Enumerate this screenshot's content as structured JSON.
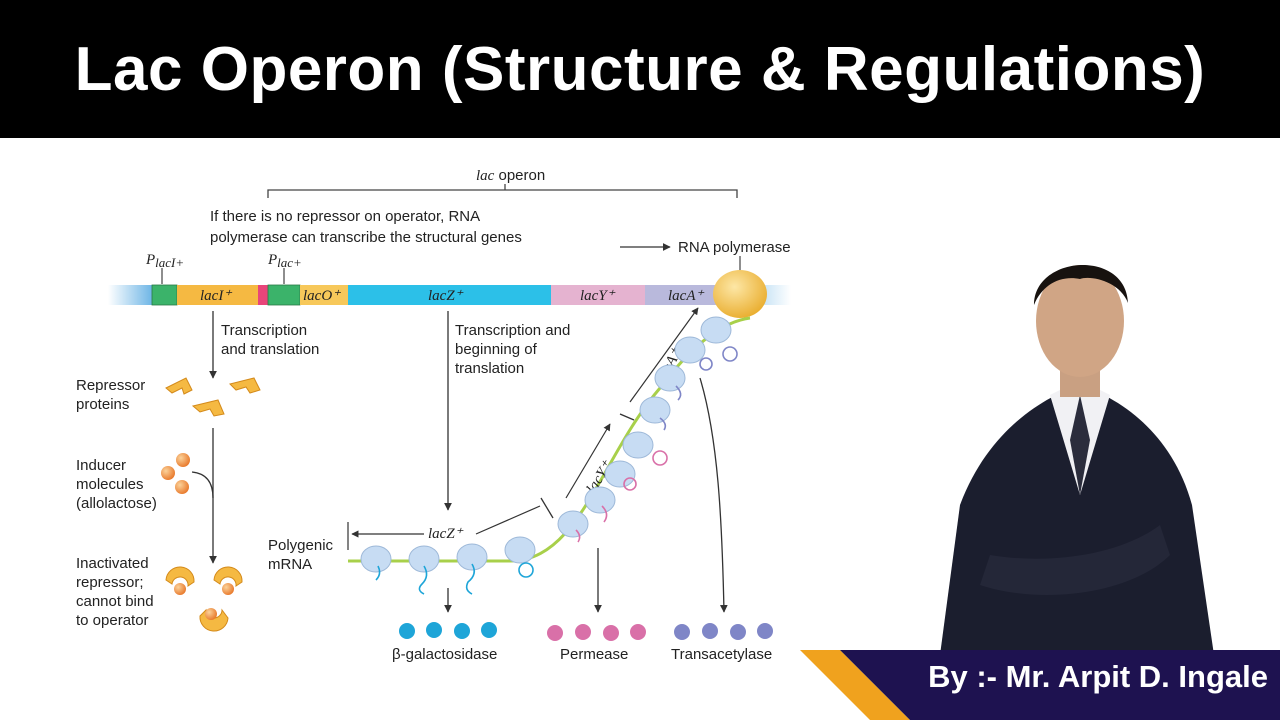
{
  "header": {
    "title": "Lac Operon (Structure & Regulations)"
  },
  "diagram": {
    "operon_label_italic": "lac",
    "operon_label_rest": " operon",
    "note_line1": "If there is no repressor on operator, RNA",
    "note_line2": "polymerase can transcribe the structural genes",
    "rna_polymerase": "RNA polymerase",
    "promoter_laci": "P",
    "promoter_laci_sub": "lacI+",
    "promoter_lac": "P",
    "promoter_lac_sub": "lac+",
    "genes": {
      "laci": "lacI⁺",
      "laco": "lacO⁺",
      "lacz": "lacZ⁺",
      "lacy": "lacY⁺",
      "laca": "lacA⁺"
    },
    "step_transcription_line1": "Transcription",
    "step_transcription_line2": "and translation",
    "step_beginning_line1": "Transcription and",
    "step_beginning_line2": "beginning of",
    "step_beginning_line3": "translation",
    "repressor_line1": "Repressor",
    "repressor_line2": "proteins",
    "inducer_line1": "Inducer",
    "inducer_line2": "molecules",
    "inducer_line3": "(allolactose)",
    "inactivated_line1": "Inactivated",
    "inactivated_line2": "repressor;",
    "inactivated_line3": "cannot bind",
    "inactivated_line4": "to operator",
    "mrna_line1": "Polygenic",
    "mrna_line2": "mRNA",
    "mrna_lacz": "lacZ⁺",
    "mrna_lacy": "lacY⁺",
    "mrna_laca": "lacA⁺",
    "product_bgal": "β-galactosidase",
    "product_permease": "Permease",
    "product_transacetylase": "Transacetylase"
  },
  "presenter": {
    "byline": "By :- Mr. Arpit D. Ingale"
  },
  "colors": {
    "laci": "#f5b942",
    "laco": "#f7c85a",
    "lacz": "#2cc0e8",
    "lacy": "#e5b3d0",
    "laca": "#b9b9dc",
    "promoter": "#3bb36a",
    "mrna": "#a8d04a",
    "polymerase": "#f3c14a",
    "ribosome": "#c7dcf3",
    "bgal_protein": "#1ea5d8",
    "permease_protein": "#d970a8",
    "transacetylase_protein": "#7f86c7"
  }
}
